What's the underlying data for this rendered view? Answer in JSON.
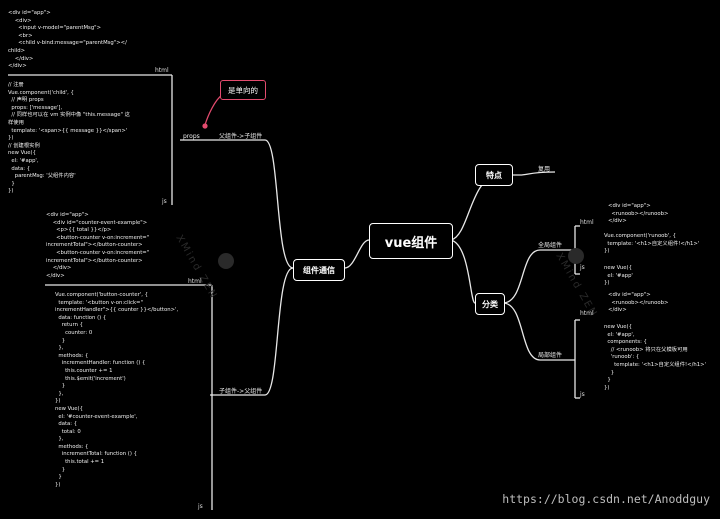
{
  "central": "vue组件",
  "nodes": {
    "feature": "特点",
    "category": "分类",
    "comm": "组件通信"
  },
  "labels": {
    "reuse": "复用",
    "global": "全局组件",
    "local": "局部组件",
    "parent_child": "父组件->子组件",
    "child_parent": "子组件->父组件",
    "props": "props",
    "note": "是单向的"
  },
  "tags": {
    "html": "html",
    "js": "js"
  },
  "code": {
    "pc_html": "<div id=\"app\">\n    <div>\n      <input v-model=\"parentMsg\">\n      <br>\n      <child v-bind:message=\"parentMsg\"></\nchild>\n    </div>\n</div>",
    "pc_js": "// 注册\nVue.component('child', {\n  // 声明 props\n  props: ['message'],\n  // 同样也可以在 vm 实例中像 \"this.message\" 这\n样使用\n  template: '<span>{{ message }}</span>'\n})\n// 创建根实例\nnew Vue({\n  el: '#app',\n  data: {\n    parentMsg: '父组件内容'\n  }\n})",
    "cp_html": "<div id=\"app\">\n    <div id=\"counter-event-example\">\n      <p>{{ total }}</p>\n      <button-counter v-on:increment=\"\nincrementTotal\"></button-counter>\n      <button-counter v-on:increment=\"\nincrementTotal\"></button-counter>\n    </div>\n</div>",
    "cp_js": "Vue.component('button-counter', {\n  template: '<button v-on:click=\"\nincrementHandler\">{{ counter }}</button>',\n  data: function () {\n    return {\n      counter: 0\n    }\n  },\n  methods: {\n    incrementHandler: function () {\n      this.counter += 1\n      this.$emit('increment')\n    }\n  },\n})\nnew Vue({\n  el: '#counter-event-example',\n  data: {\n    total: 0\n  },\n  methods: {\n    incrementTotal: function () {\n      this.total += 1\n    }\n  }\n})",
    "g_html": "<div id=\"app\">\n  <runoob></runoob>\n</div>",
    "g_js1": "Vue.component('runoob', {\n  template: '<h1>自定义组件!</h1>'\n})",
    "g_js2": "new Vue({\n  el: '#app'\n})",
    "l_html": "<div id=\"app\">\n  <runoob></runoob>\n</div>",
    "l_js": "new Vue({\n  el: '#app',\n  components: {\n    // <runoob> 将只在父模板可用\n    'runoob': {\n      template: '<h1>自定义组件!</h1>'\n    }\n  }\n})"
  },
  "watermark": "https://blog.csdn.net/Anoddguy",
  "brand": "XMind ZEN"
}
